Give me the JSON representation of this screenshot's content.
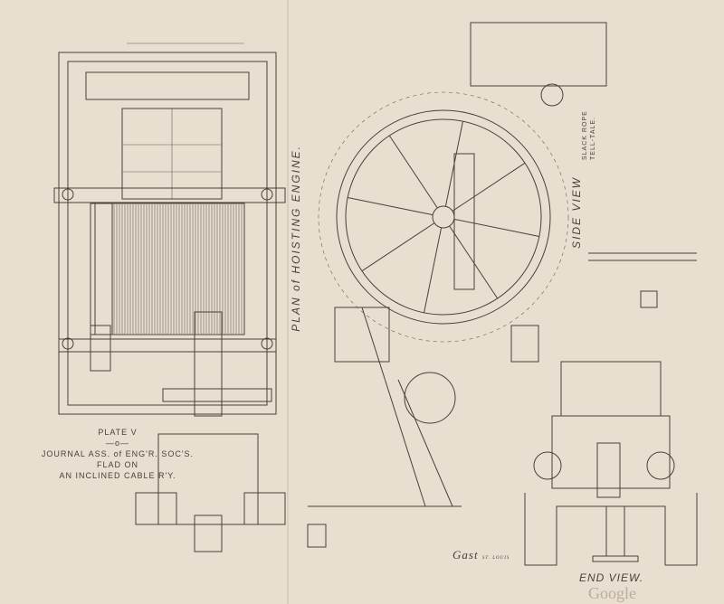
{
  "plate": {
    "caption": {
      "plate_label": "PLATE V",
      "divider": "—o—",
      "journal": "JOURNAL ASS. of ENG'R. SOC'S.",
      "author": "FLAD ON",
      "subject": "AN INCLINED CABLE R'Y."
    },
    "views": {
      "plan": "PLAN of HOISTING ENGINE.",
      "side": "SIDE VIEW",
      "end": "END VIEW."
    },
    "annotations": {
      "slack_rope": "SLACK ROPE TELL-TALE."
    },
    "engraver": {
      "signature": "Gast",
      "city": "ST. LOUIS"
    },
    "watermark": "Google"
  }
}
